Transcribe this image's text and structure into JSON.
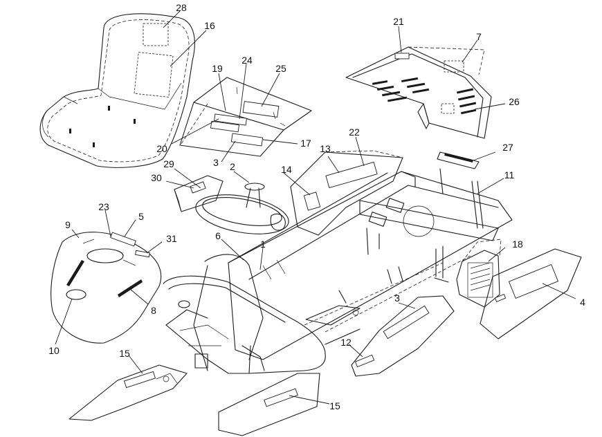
{
  "callouts": [
    "28",
    "16",
    "19",
    "24",
    "25",
    "21",
    "7",
    "26",
    "20",
    "17",
    "3",
    "22",
    "13",
    "27",
    "29",
    "2",
    "14",
    "30",
    "11",
    "23",
    "5",
    "9",
    "31",
    "6",
    "1",
    "18",
    "8",
    "10",
    "3",
    "4",
    "12",
    "15",
    "15"
  ],
  "colors": {
    "line": "#1a1a1a",
    "background": "#ffffff"
  }
}
